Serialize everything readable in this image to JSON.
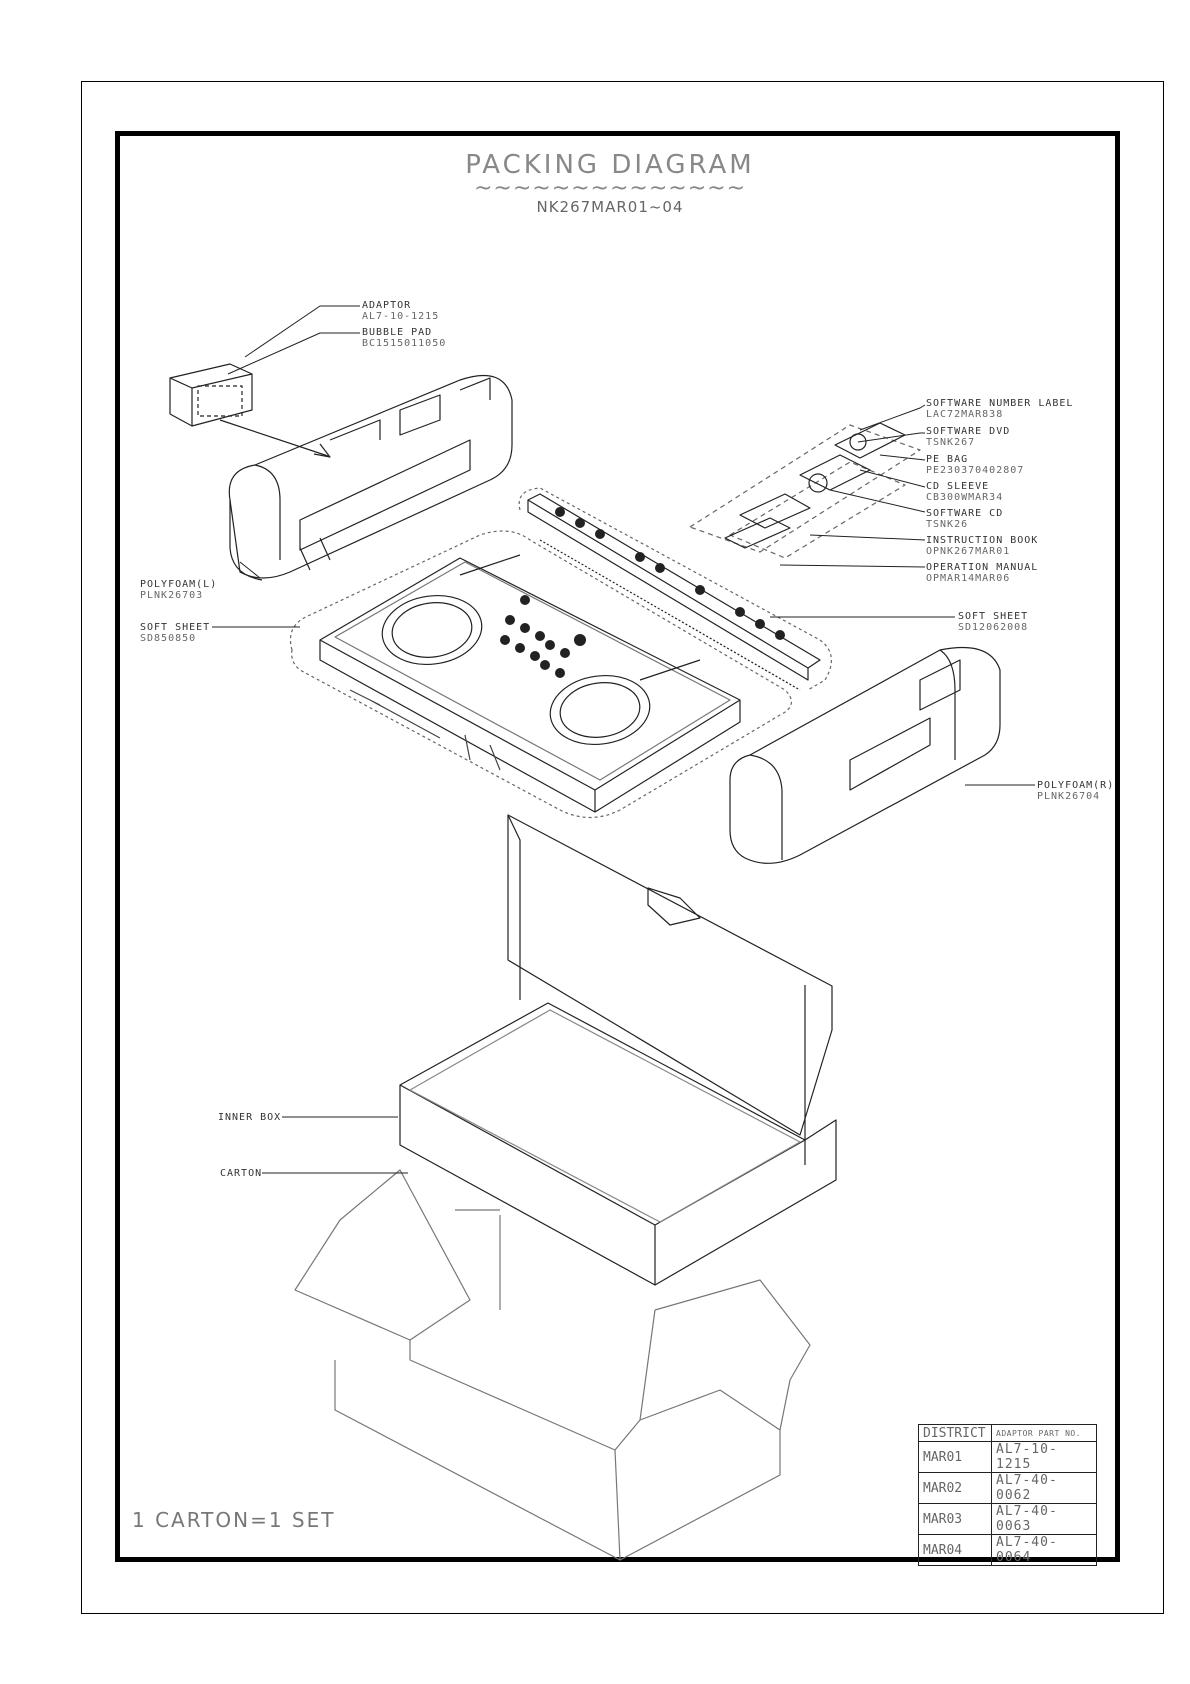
{
  "header": {
    "title": "PACKING DIAGRAM",
    "tilde": "~~~~~~~~~~~~~~",
    "model": "NK267MAR01~04"
  },
  "labels": {
    "adaptor": {
      "name": "ADAPTOR",
      "code": "AL7-10-1215"
    },
    "bubble_pad": {
      "name": "BUBBLE PAD",
      "code": "BC1515011050"
    },
    "software_number_label": {
      "name": "SOFTWARE NUMBER LABEL",
      "code": "LAC72MAR838"
    },
    "software_dvd": {
      "name": "SOFTWARE DVD",
      "code": "TSNK267"
    },
    "pe_bag": {
      "name": "PE BAG",
      "code": "PE230370402807"
    },
    "cd_sleeve": {
      "name": "CD SLEEVE",
      "code": "CB300WMAR34"
    },
    "software_cd": {
      "name": "SOFTWARE CD",
      "code": "TSNK26"
    },
    "instruction_book": {
      "name": "INSTRUCTION BOOK",
      "code": "OPNK267MAR01"
    },
    "operation_manual": {
      "name": "OPERATION MANUAL",
      "code": "OPMAR14MAR06"
    },
    "polyfoam_l": {
      "name": "POLYFOAM(L)",
      "code": "PLNK26703"
    },
    "soft_sheet_l": {
      "name": "SOFT SHEET",
      "code": "SD850850"
    },
    "soft_sheet_r": {
      "name": "SOFT SHEET",
      "code": "SD12062008"
    },
    "polyfoam_r": {
      "name": "POLYFOAM(R)",
      "code": "PLNK26704"
    },
    "inner_box": {
      "name": "INNER BOX"
    },
    "carton": {
      "name": "CARTON"
    }
  },
  "footer": "1 CARTON=1 SET",
  "district_table": {
    "headers": [
      "DISTRICT",
      "ADAPTOR PART NO."
    ],
    "rows": [
      [
        "MAR01",
        "AL7-10-1215"
      ],
      [
        "MAR02",
        "AL7-40-0062"
      ],
      [
        "MAR03",
        "AL7-40-0063"
      ],
      [
        "MAR04",
        "AL7-40-0064"
      ]
    ]
  }
}
